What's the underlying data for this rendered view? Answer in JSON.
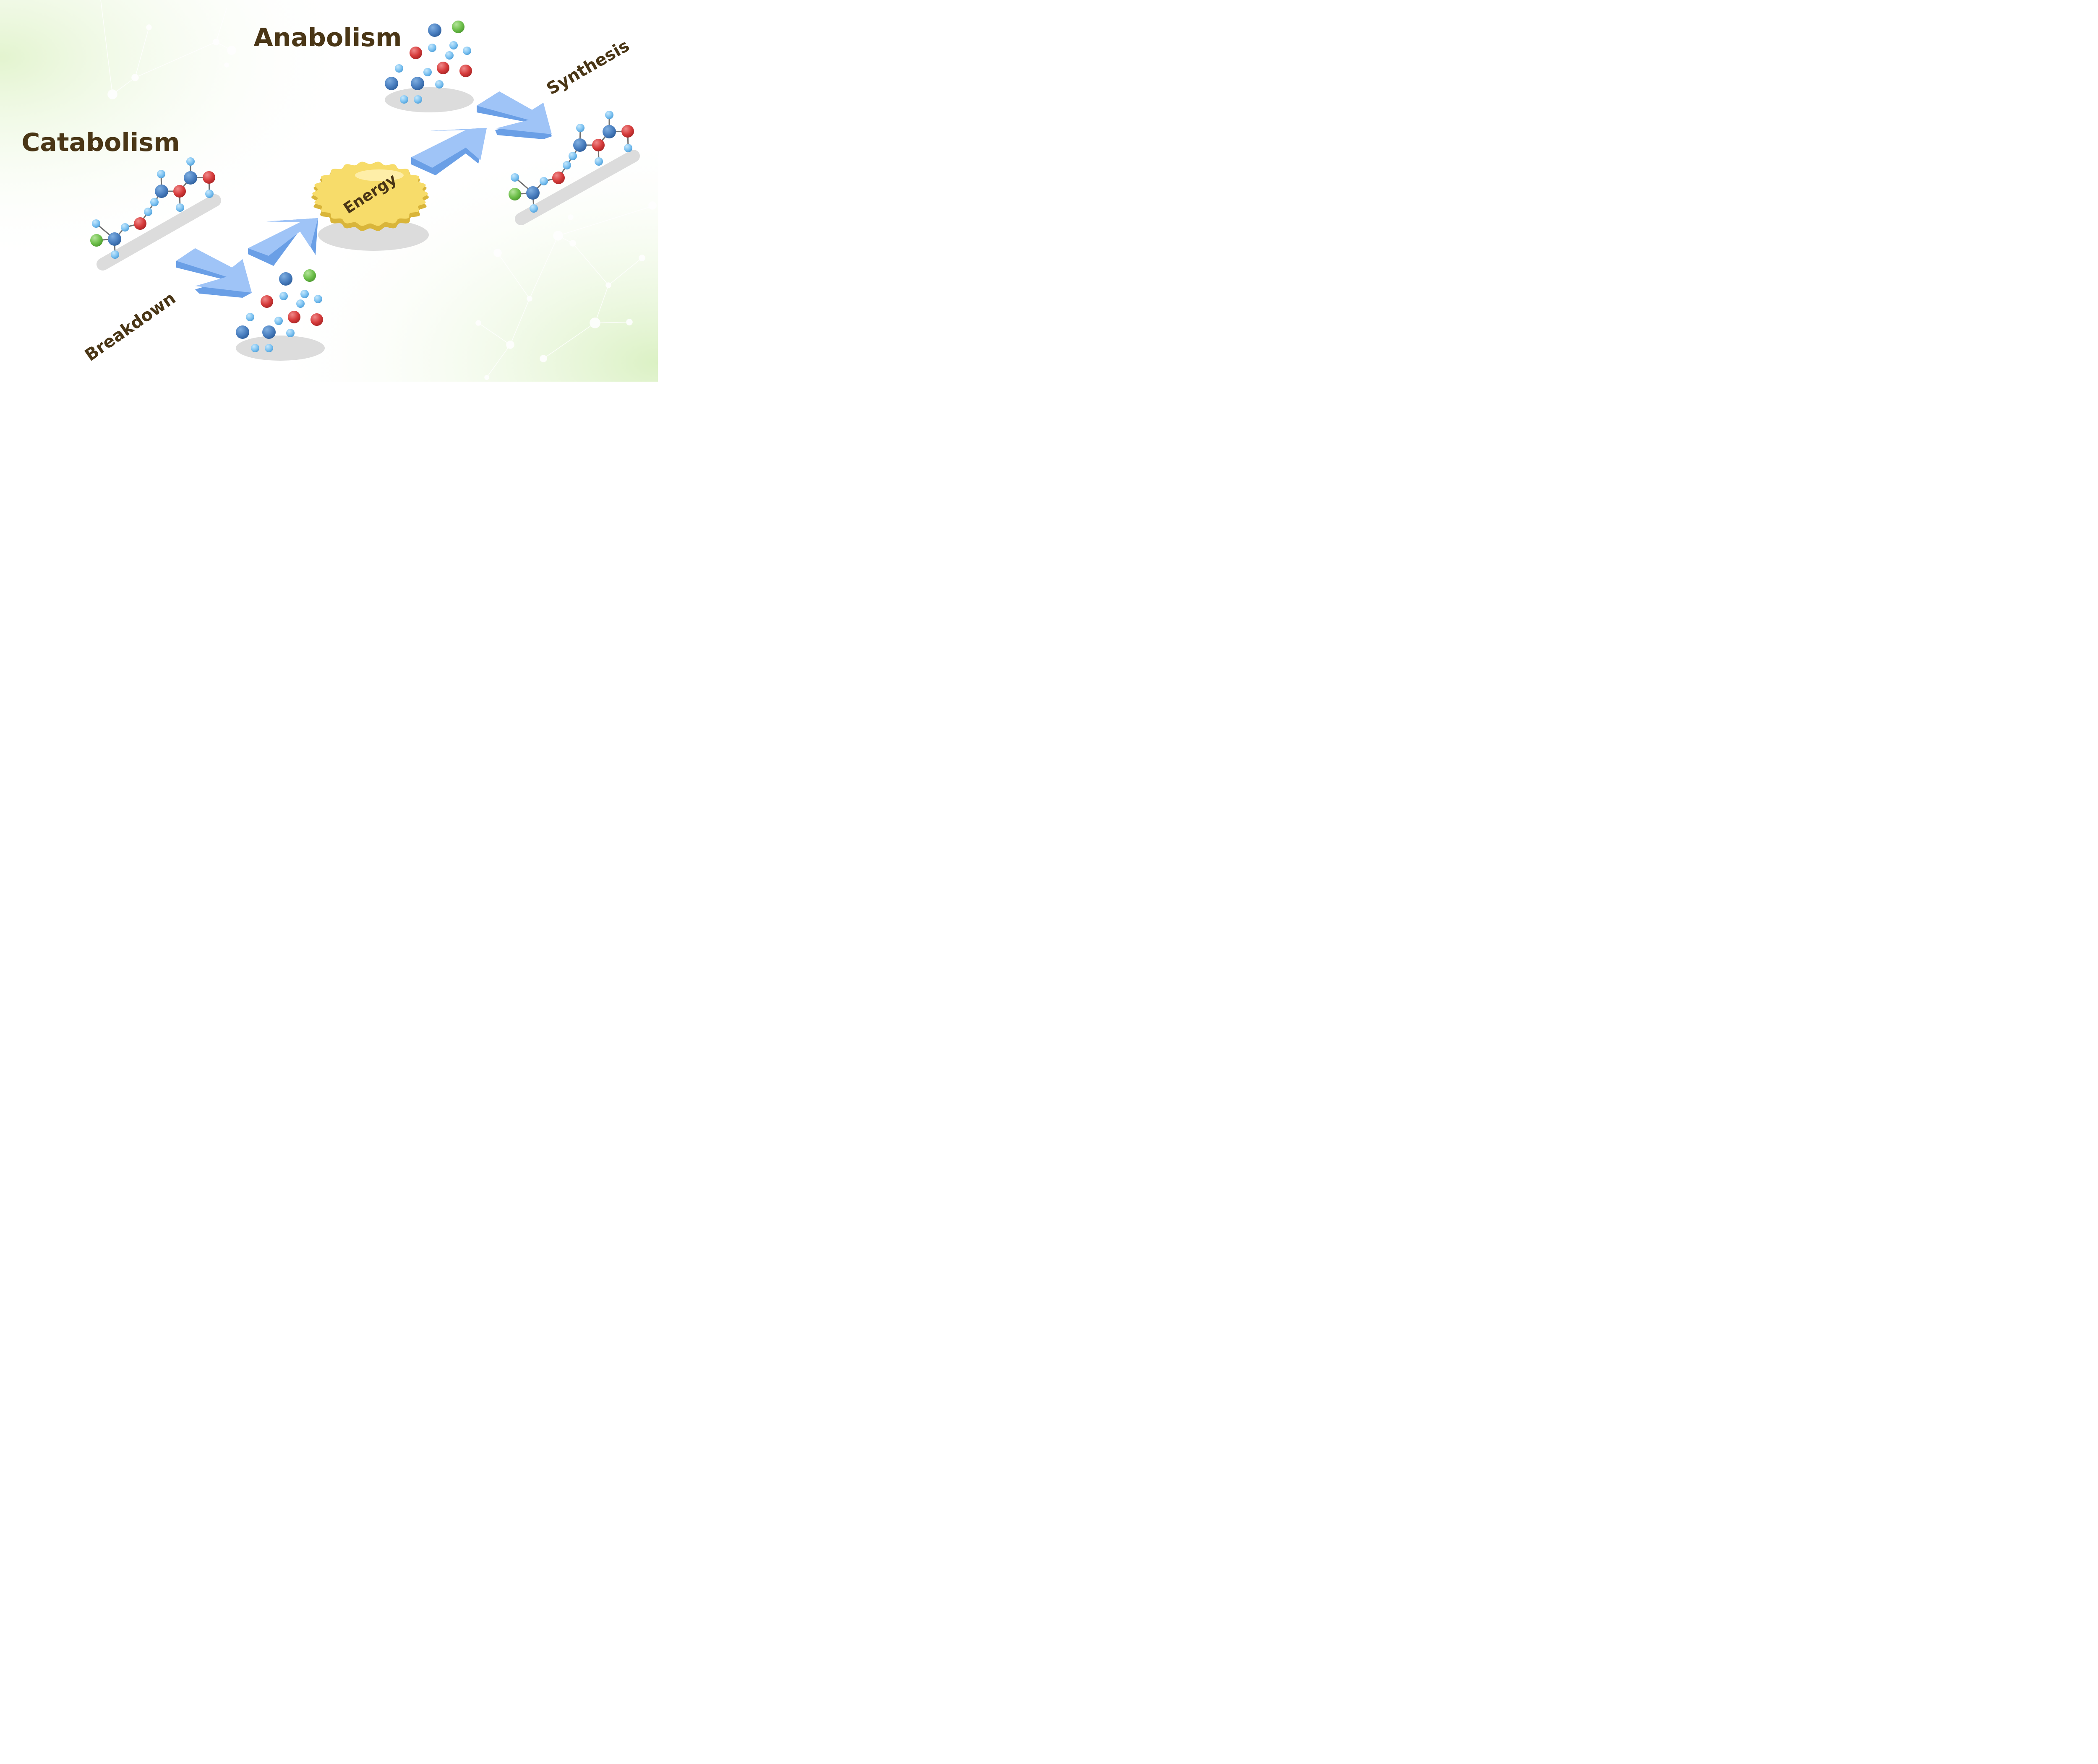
{
  "labels": {
    "anabolism": "Anabolism",
    "catabolism": "Catabolism",
    "breakdown": "Breakdown",
    "energy": "Energy",
    "synthesis": "Synthesis"
  },
  "colors": {
    "background_tint": "#e6f5d2",
    "text": "#4a3616",
    "arrow_top": "#9fc4f7",
    "arrow_side": "#6a9fe6",
    "atom_blue": "#4a7fc0",
    "atom_light": "#7ec3f2",
    "atom_red": "#d63b3b",
    "atom_green": "#6ec04b",
    "energy_gold": "#f7dc6a",
    "energy_edge": "#d9b53a",
    "shadow": "#dcdcdc"
  }
}
